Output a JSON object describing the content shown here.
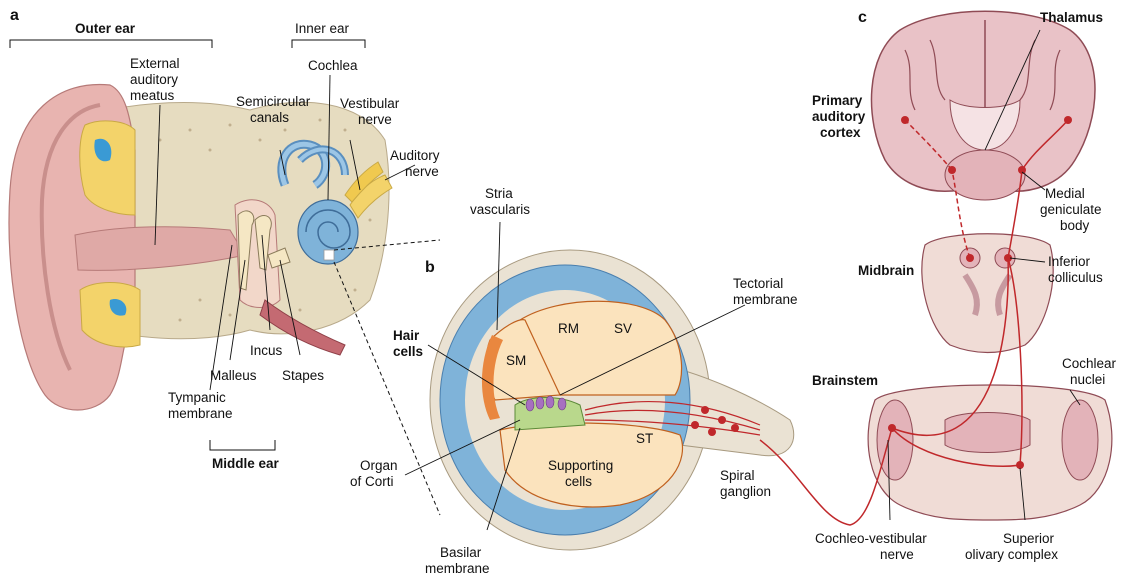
{
  "panels": {
    "a": "a",
    "b": "b",
    "c": "c"
  },
  "brackets": {
    "outer_ear": "Outer ear",
    "inner_ear": "Inner ear",
    "middle_ear": "Middle ear"
  },
  "labels_a": {
    "external_auditory_meatus": [
      "External",
      "auditory",
      "meatus"
    ],
    "semicircular_canals": [
      "Semicircular",
      "canals"
    ],
    "cochlea": "Cochlea",
    "vestibular_nerve": [
      "Vestibular",
      "nerve"
    ],
    "auditory_nerve": [
      "Auditory",
      "nerve"
    ],
    "incus": "Incus",
    "malleus": "Malleus",
    "stapes": "Stapes",
    "tympanic_membrane": [
      "Tympanic",
      "membrane"
    ]
  },
  "labels_b": {
    "stria_vascularis": [
      "Stria",
      "vascularis"
    ],
    "tectorial_membrane": [
      "Tectorial",
      "membrane"
    ],
    "hair_cells": [
      "Hair",
      "cells"
    ],
    "sm": "SM",
    "rm": "RM",
    "sv": "SV",
    "st": "ST",
    "supporting_cells": [
      "Supporting",
      "cells"
    ],
    "organ_of_corti": [
      "Organ",
      "of Corti"
    ],
    "spiral_ganglion": [
      "Spiral",
      "ganglion"
    ],
    "basilar_membrane": [
      "Basilar",
      "membrane"
    ]
  },
  "labels_c": {
    "thalamus": "Thalamus",
    "primary_auditory_cortex": [
      "Primary",
      "auditory",
      "cortex"
    ],
    "medial_geniculate_body": [
      "Medial",
      "geniculate",
      "body"
    ],
    "midbrain": "Midbrain",
    "inferior_colliculus": [
      "Inferior",
      "colliculus"
    ],
    "brainstem": "Brainstem",
    "cochlear_nuclei": [
      "Cochlear",
      "nuclei"
    ],
    "cochleo_vestibular_nerve": [
      "Cochleo-vestibular",
      "nerve"
    ],
    "superior_olivary_complex": [
      "Superior",
      "olivary complex"
    ]
  },
  "colors": {
    "skin": "#e8b4b0",
    "bone": "#e6dcc0",
    "cochlea_blue": "#7fb3d9",
    "endolymph": "#fbe3bd",
    "stria": "#e9873f",
    "brain_pink": "#e9c2c7",
    "nerve_red": "#c0282b",
    "cartilage_yellow": "#f3d36a"
  }
}
